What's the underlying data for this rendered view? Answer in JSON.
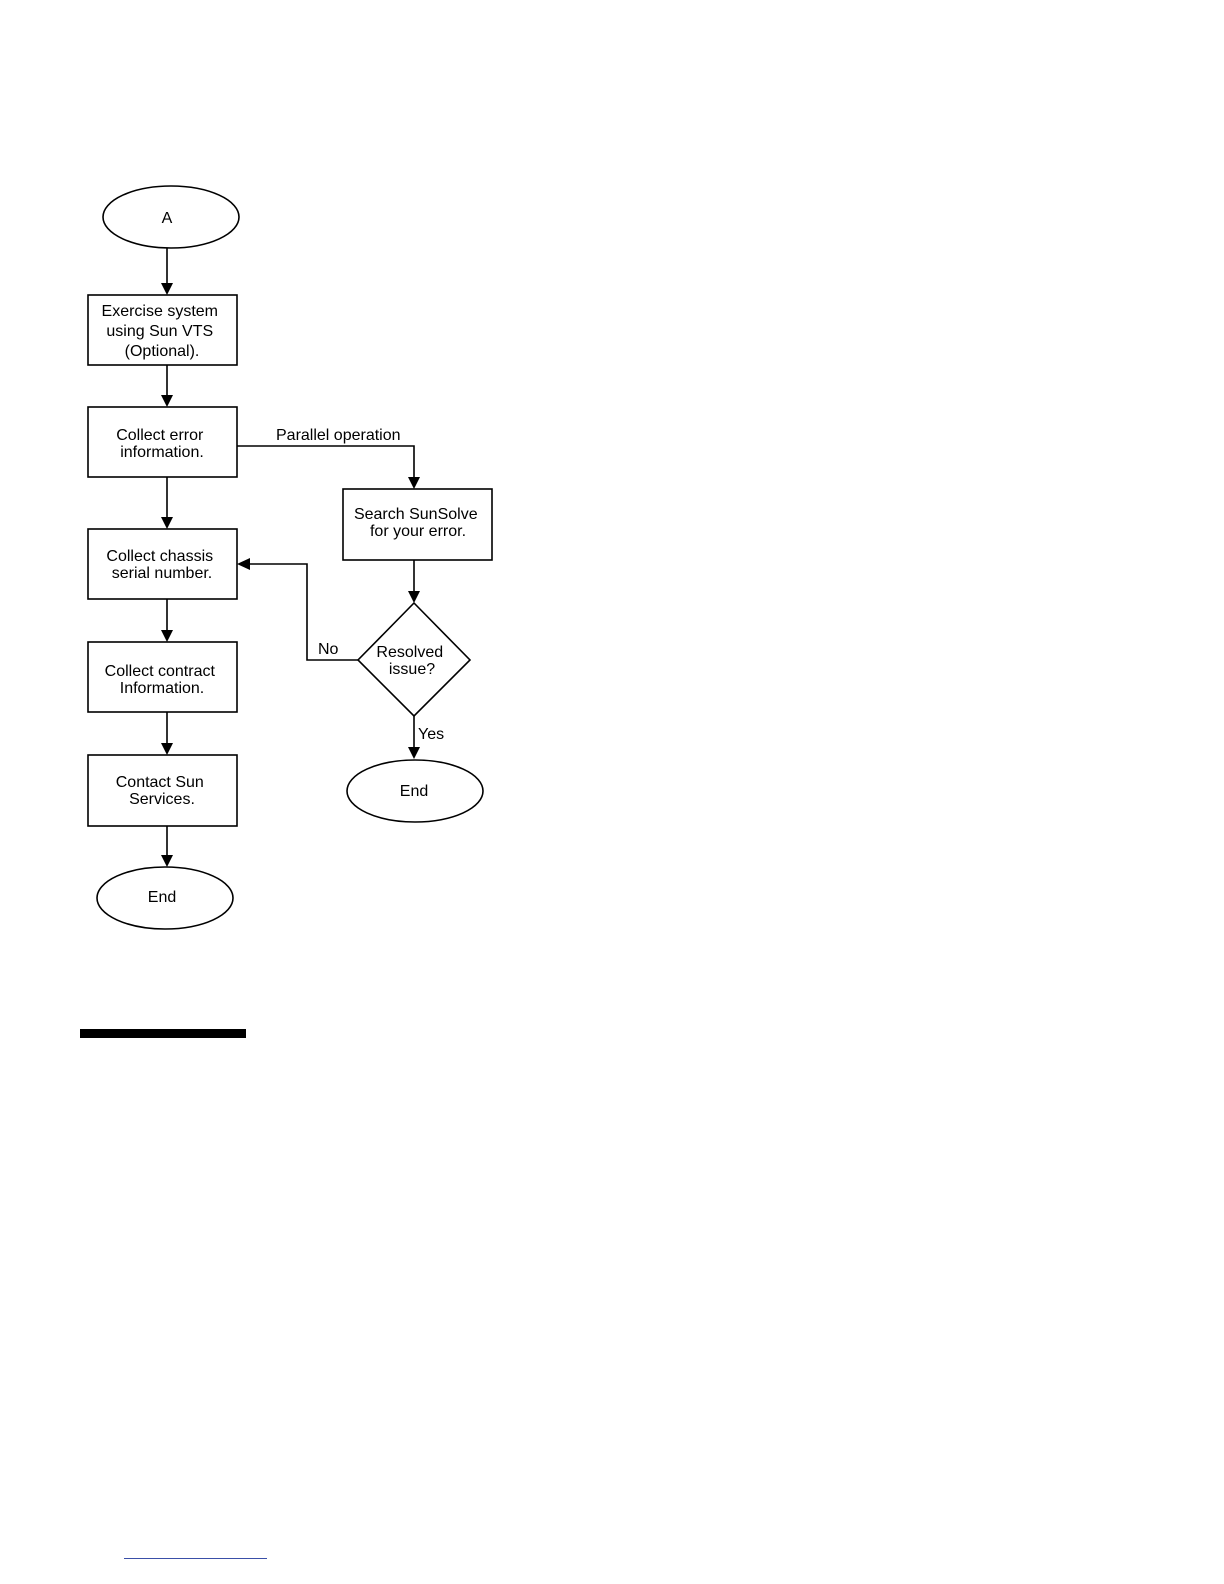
{
  "diagram": {
    "nodes": {
      "start": {
        "lines": [
          "A"
        ]
      },
      "exercise": {
        "lines": [
          "Exercise system",
          "using Sun VTS",
          "(Optional)."
        ]
      },
      "collect_error": {
        "lines": [
          "Collect error",
          "information."
        ]
      },
      "collect_chassis": {
        "lines": [
          "Collect chassis",
          "serial number."
        ]
      },
      "collect_contract": {
        "lines": [
          "Collect contract",
          "Information."
        ]
      },
      "contact": {
        "lines": [
          "Contact Sun",
          "Services."
        ]
      },
      "end_left": {
        "lines": [
          "End"
        ]
      },
      "search": {
        "lines": [
          "Search SunSolve",
          "for your error."
        ]
      },
      "resolved": {
        "lines": [
          "Resolved",
          "issue?"
        ]
      },
      "end_right": {
        "lines": [
          "End"
        ]
      }
    },
    "edges": {
      "parallel": "Parallel operation",
      "no": "No",
      "yes": "Yes"
    }
  },
  "colors": {
    "stroke": "#000000",
    "background": "#ffffff",
    "footer_rule": "#3a4fa8"
  }
}
